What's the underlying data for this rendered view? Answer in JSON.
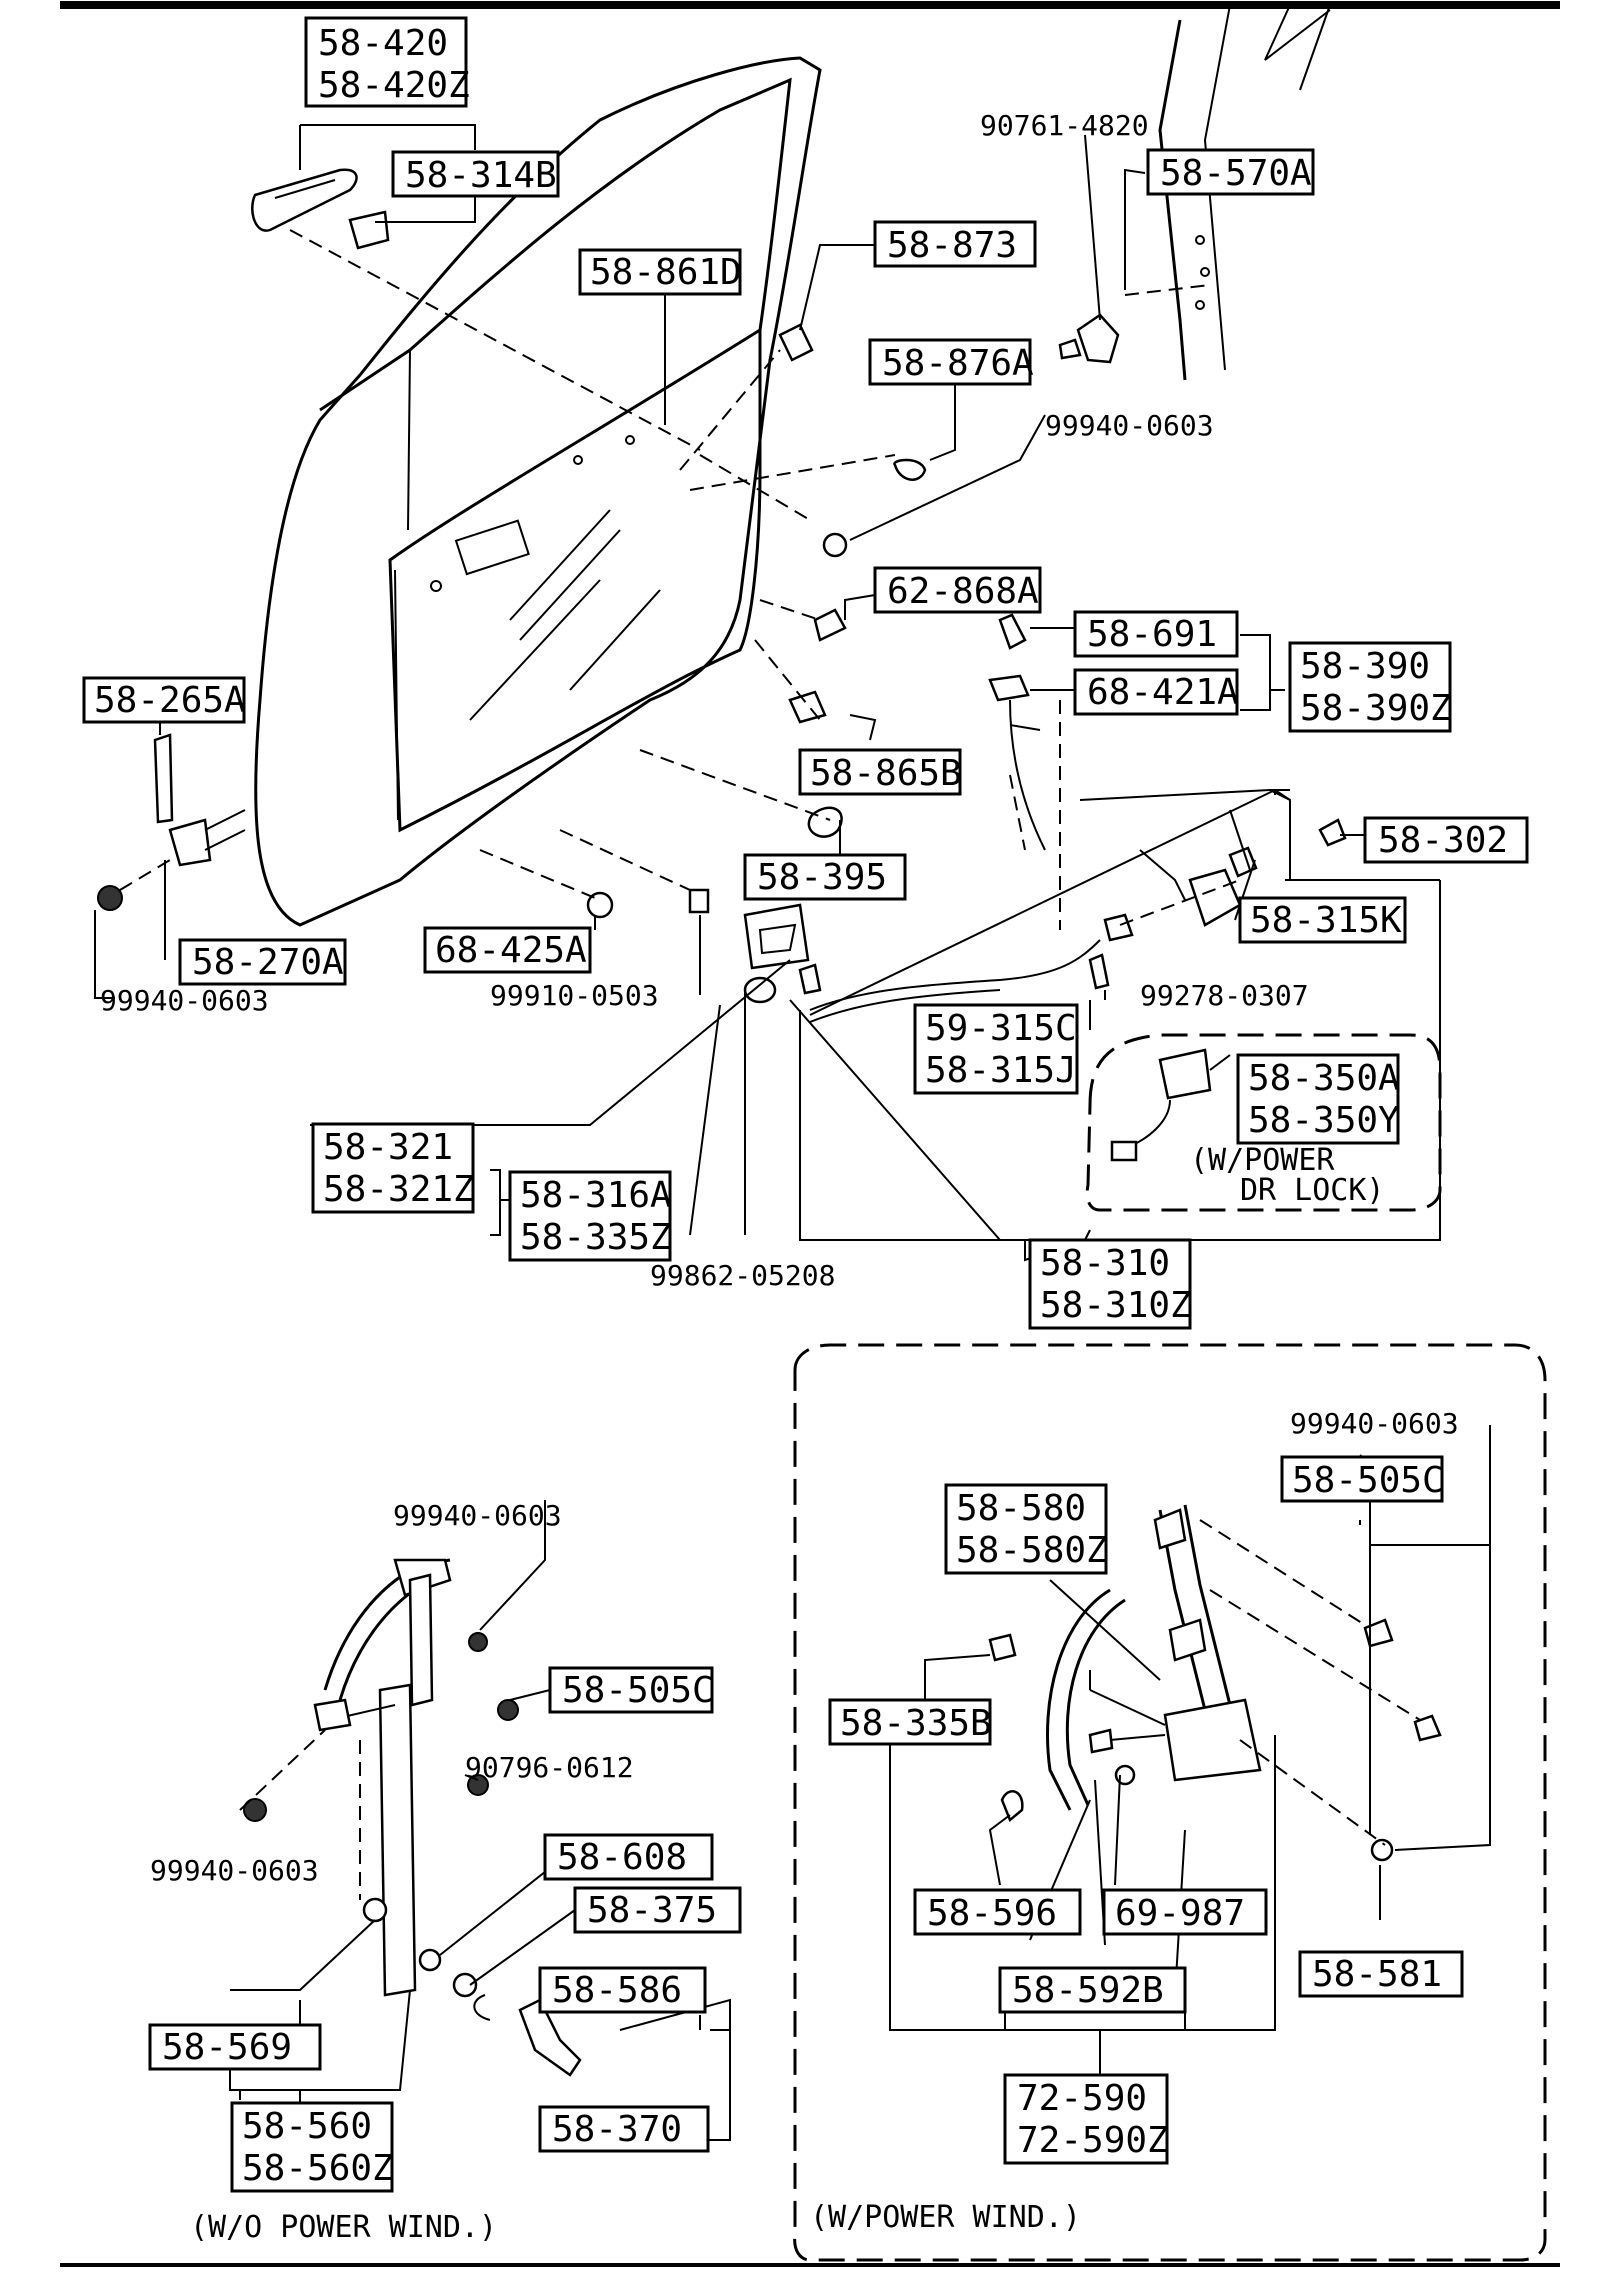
{
  "boxed_labels": [
    {
      "id": "p1a",
      "text": "58-420"
    },
    {
      "id": "p1b",
      "text": "58-420Z"
    },
    {
      "id": "p2",
      "text": "58-314B"
    },
    {
      "id": "p3",
      "text": "58-861D"
    },
    {
      "id": "p4",
      "text": "58-873"
    },
    {
      "id": "p5",
      "text": "58-876A"
    },
    {
      "id": "p6",
      "text": "58-570A"
    },
    {
      "id": "p7",
      "text": "62-868A"
    },
    {
      "id": "p8",
      "text": "58-691"
    },
    {
      "id": "p9",
      "text": "68-421A"
    },
    {
      "id": "p10a",
      "text": "58-390"
    },
    {
      "id": "p10b",
      "text": "58-390Z"
    },
    {
      "id": "p11",
      "text": "58-265A"
    },
    {
      "id": "p12",
      "text": "58-865B"
    },
    {
      "id": "p13",
      "text": "58-302"
    },
    {
      "id": "p14",
      "text": "58-395"
    },
    {
      "id": "p15",
      "text": "58-315K"
    },
    {
      "id": "p16",
      "text": "68-425A"
    },
    {
      "id": "p17",
      "text": "58-270A"
    },
    {
      "id": "p18a",
      "text": "59-315C"
    },
    {
      "id": "p18b",
      "text": "58-315J"
    },
    {
      "id": "p19a",
      "text": "58-350A"
    },
    {
      "id": "p19b",
      "text": "58-350Y"
    },
    {
      "id": "p20a",
      "text": "58-321"
    },
    {
      "id": "p20b",
      "text": "58-321Z"
    },
    {
      "id": "p21a",
      "text": "58-316A"
    },
    {
      "id": "p21b",
      "text": "58-335Z"
    },
    {
      "id": "p22a",
      "text": "58-310"
    },
    {
      "id": "p22b",
      "text": "58-310Z"
    },
    {
      "id": "p23",
      "text": "58-505C"
    },
    {
      "id": "p24a",
      "text": "58-580"
    },
    {
      "id": "p24b",
      "text": "58-580Z"
    },
    {
      "id": "p25",
      "text": "58-505C"
    },
    {
      "id": "p26",
      "text": "58-335B"
    },
    {
      "id": "p27",
      "text": "58-608"
    },
    {
      "id": "p28",
      "text": "58-375"
    },
    {
      "id": "p29",
      "text": "58-586"
    },
    {
      "id": "p30",
      "text": "58-596"
    },
    {
      "id": "p31",
      "text": "69-987"
    },
    {
      "id": "p32",
      "text": "58-581"
    },
    {
      "id": "p33",
      "text": "58-592B"
    },
    {
      "id": "p34",
      "text": "58-569"
    },
    {
      "id": "p35",
      "text": "58-370"
    },
    {
      "id": "p36a",
      "text": "72-590"
    },
    {
      "id": "p36b",
      "text": "72-590Z"
    },
    {
      "id": "p37a",
      "text": "58-560"
    },
    {
      "id": "p37b",
      "text": "58-560Z"
    }
  ],
  "plain_labels": [
    {
      "id": "q1",
      "text": "90761-4820"
    },
    {
      "id": "q2",
      "text": "99940-0603"
    },
    {
      "id": "q3",
      "text": "99940-0603"
    },
    {
      "id": "q4",
      "text": "99910-0503"
    },
    {
      "id": "q5",
      "text": "99278-0307"
    },
    {
      "id": "q6",
      "text": "99862-05208"
    },
    {
      "id": "q7",
      "text": "99940-0603"
    },
    {
      "id": "q8",
      "text": "99940-0603"
    },
    {
      "id": "q9",
      "text": "90796-0612"
    },
    {
      "id": "q10",
      "text": "99940-0603"
    }
  ],
  "notes": {
    "power_lock_1": "(W/POWER",
    "power_lock_2": "DR LOCK)",
    "without_power_window": "(W/O POWER WIND.)",
    "with_power_window": "(W/POWER WIND.)"
  }
}
